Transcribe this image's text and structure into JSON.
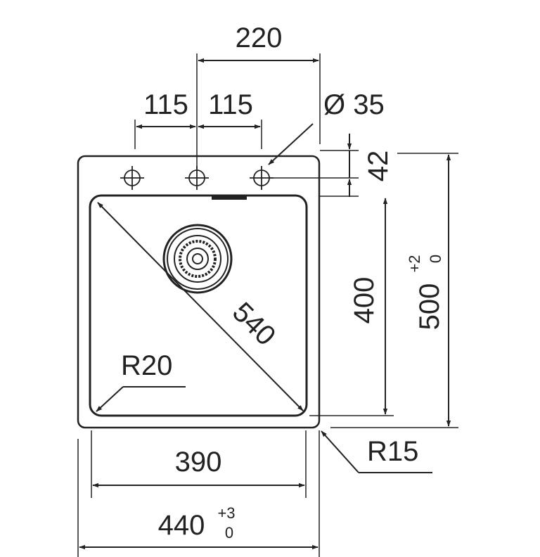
{
  "dimensions": {
    "top_spacing": "220",
    "tap_left": "115",
    "tap_right": "115",
    "tap_diameter": "Ø 35",
    "tap_offset": "42",
    "bowl_diagonal": "540",
    "bowl_radius": "R20",
    "bowl_depth": "400",
    "overall_depth": "500",
    "overall_depth_tol_upper": "+2",
    "overall_depth_tol_lower": "0",
    "corner_radius": "R15",
    "bowl_width": "390",
    "overall_width": "440",
    "overall_width_tol_upper": "+3",
    "overall_width_tol_lower": "0"
  },
  "colors": {
    "line": "#222222",
    "background": "#ffffff"
  }
}
